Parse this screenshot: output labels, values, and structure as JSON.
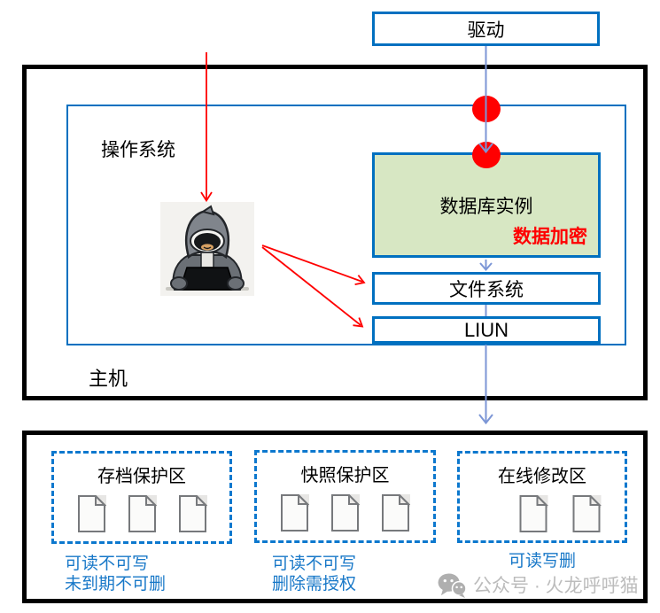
{
  "driver": {
    "label": "驱动"
  },
  "os": {
    "label": "操作系统"
  },
  "db": {
    "label": "数据库实例",
    "badge": "数据加密"
  },
  "fs": {
    "label": "文件系统"
  },
  "kernel": {
    "label": "LIUN"
  },
  "host": {
    "label": "主机"
  },
  "zones": [
    {
      "title": "存档保护区",
      "doc_count": 3,
      "captions": [
        "可读不可写",
        "未到期不可删"
      ]
    },
    {
      "title": "快照保护区",
      "doc_count": 3,
      "captions": [
        "可读不可写",
        "删除需授权"
      ]
    },
    {
      "title": "在线修改区",
      "doc_count": 2,
      "captions": [
        "可读写删"
      ]
    }
  ],
  "watermark": {
    "icon": "wechat-icon",
    "text": "公众号 · 火龙呼呼猫"
  },
  "colors": {
    "box_border": "#0070C0",
    "dashed_border": "#0C78CE",
    "caption_blue": "#1878C8",
    "green_fill": "#D7E7C3",
    "red": "#FF0000",
    "connector_blue": "#7C96D6",
    "watermark_gray": "#BCBCBC"
  }
}
